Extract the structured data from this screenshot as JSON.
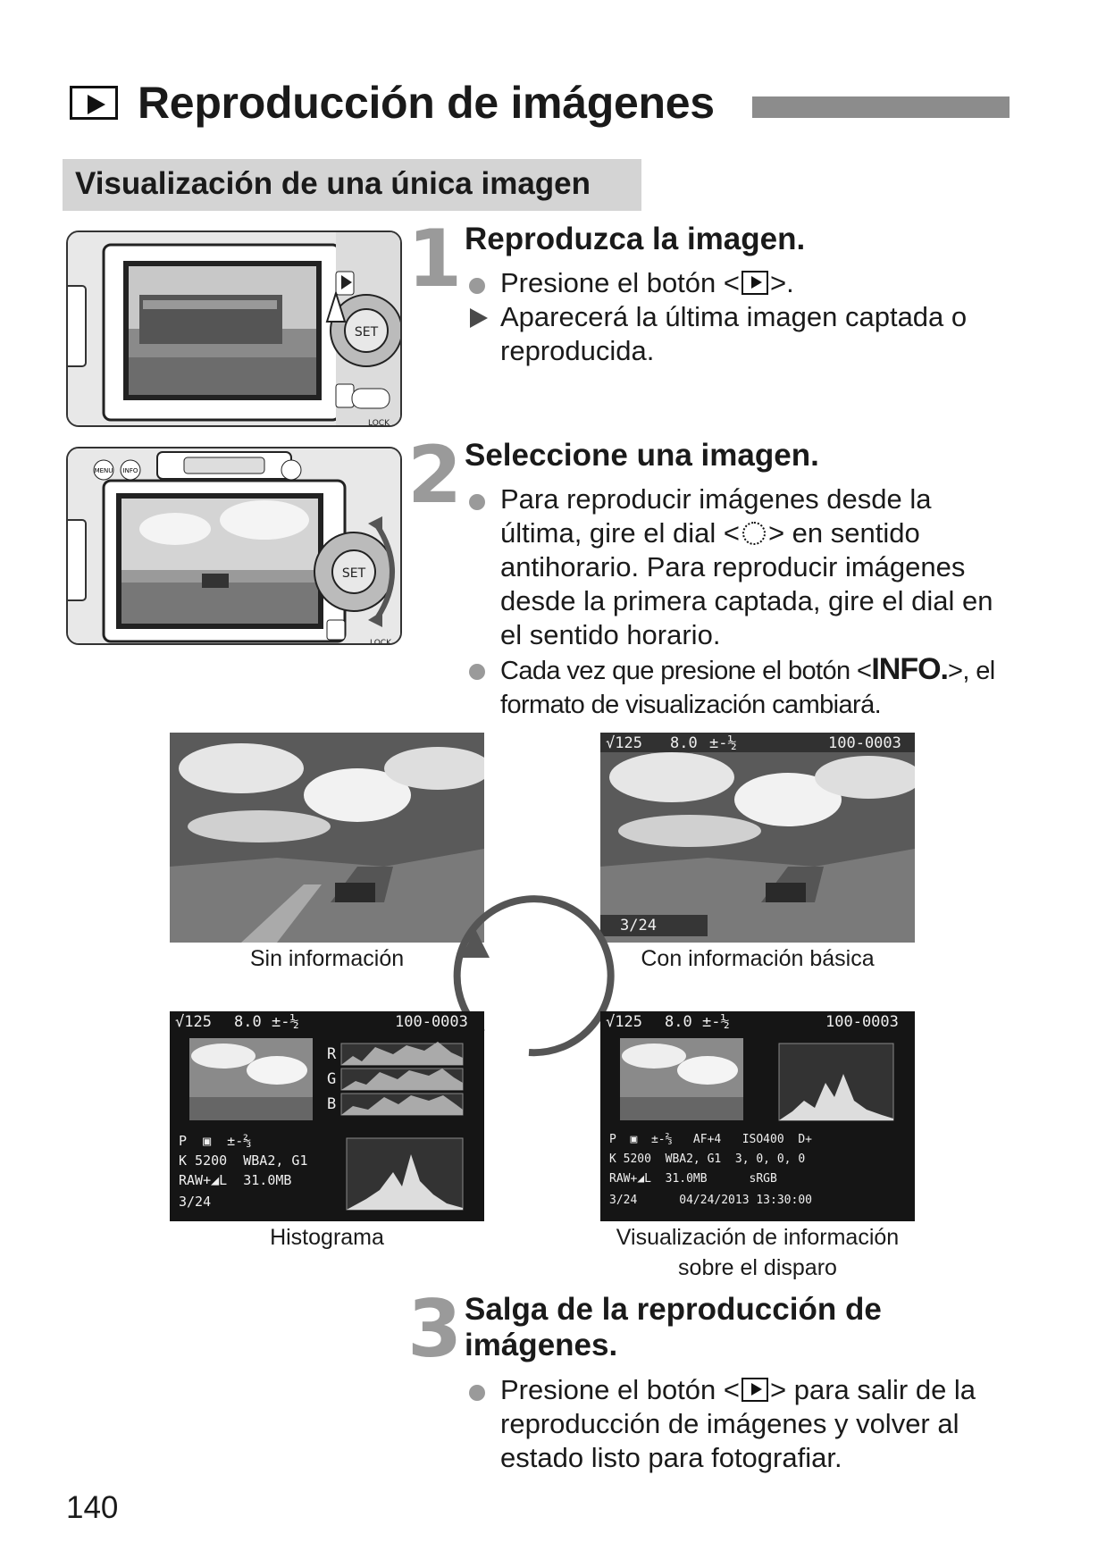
{
  "page": {
    "title": "Reproducción de imágenes",
    "section": "Visualización de una única imagen",
    "page_number": "140"
  },
  "steps": [
    {
      "number": "1",
      "heading": "Reproduzca la imagen.",
      "bullets": [
        {
          "type": "dot",
          "before": "Presione el botón <",
          "after": ">."
        },
        {
          "type": "arrow",
          "text": "Aparecerá la última imagen captada o reproducida."
        }
      ]
    },
    {
      "number": "2",
      "heading": "Seleccione una imagen.",
      "bullets": [
        {
          "type": "dot",
          "before": "Para reproducir imágenes desde la última, gire el dial <",
          "after": "> en sentido antihorario. Para reproducir imágenes desde la primera captada, gire el dial en el sentido horario."
        },
        {
          "type": "dot",
          "before": "Cada vez que presione el botón <",
          "info": "INFO.",
          "after": ">, el formato de visualización cambiará."
        }
      ]
    },
    {
      "number": "3",
      "heading": "Salga de la reproducción de imágenes.",
      "bullets": [
        {
          "type": "dot",
          "before": "Presione el botón <",
          "after": "> para salir de la reproducción de imágenes y volver al estado listo para fotografiar."
        }
      ]
    }
  ],
  "camera_labels": {
    "set": "SET",
    "lock": "LOCK",
    "menu": "MENU",
    "info": "INFO"
  },
  "display_modes": [
    {
      "caption": "Sin información"
    },
    {
      "caption": "Con información básica"
    },
    {
      "caption": "Histograma"
    },
    {
      "caption": "Visualización de información\nsobre el disparo"
    }
  ],
  "osd": {
    "shutter": "√125",
    "aperture": "8.0",
    "exposure_comp": "±-½",
    "folder_file": "100-0003",
    "frame": "3/24",
    "rgb_labels": [
      "R",
      "G",
      "B"
    ],
    "histogram_lines": [
      "P  ▣  ±-⅔",
      "K 5200  WBA2, G1",
      "RAW+◢L  31.0MB",
      "3/24"
    ],
    "shooting_lines": [
      "P  ▣  ±-⅔   AF+4   ISO400  D+",
      "K 5200  WBA2, G1  3, 0, 0, 0",
      "RAW+◢L  31.0MB      sRGB",
      "3/24      04/24/2013 13:30:00"
    ]
  },
  "icons": {
    "play": "play-button-icon",
    "dial": "main-dial-icon",
    "cycle": "cycle-arrow-icon"
  }
}
